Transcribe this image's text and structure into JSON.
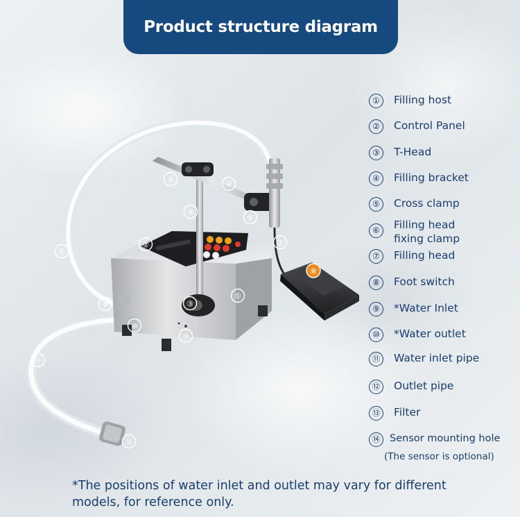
{
  "header": {
    "title": "Product structure diagram"
  },
  "parts": [
    {
      "number": "①",
      "label": "Filling host"
    },
    {
      "number": "②",
      "label": "Control Panel"
    },
    {
      "number": "③",
      "label": "T-Head"
    },
    {
      "number": "④",
      "label": "Filling bracket"
    },
    {
      "number": "⑤",
      "label": "Cross clamp"
    },
    {
      "number": "⑥",
      "label": "Filling head fixing clamp"
    },
    {
      "number": "⑦",
      "label": "Filling head"
    },
    {
      "number": "⑧",
      "label": "Foot switch"
    },
    {
      "number": "⑨",
      "label": "*Water Inlet"
    },
    {
      "number": "⑩",
      "label": "*Water outlet"
    },
    {
      "number": "⑪",
      "label": "Water inlet pipe"
    },
    {
      "number": "⑫",
      "label": "Outlet pipe"
    },
    {
      "number": "⑬",
      "label": "Filter"
    },
    {
      "number": "⑭",
      "label": "Sensor mounting hole"
    }
  ],
  "sensor_note": "(The sensor is optional)",
  "footnote": "*The positions of water inlet and outlet may vary for different models, for reference only.",
  "colors": {
    "title_bar": "#16497d",
    "text": "#1a3d6d",
    "badge_ring": "#ffffff",
    "badge_text": "#ffffff",
    "housing": "#c8c9cb",
    "foot_switch": "#2f3133",
    "tubing": "#f3f5f6"
  }
}
